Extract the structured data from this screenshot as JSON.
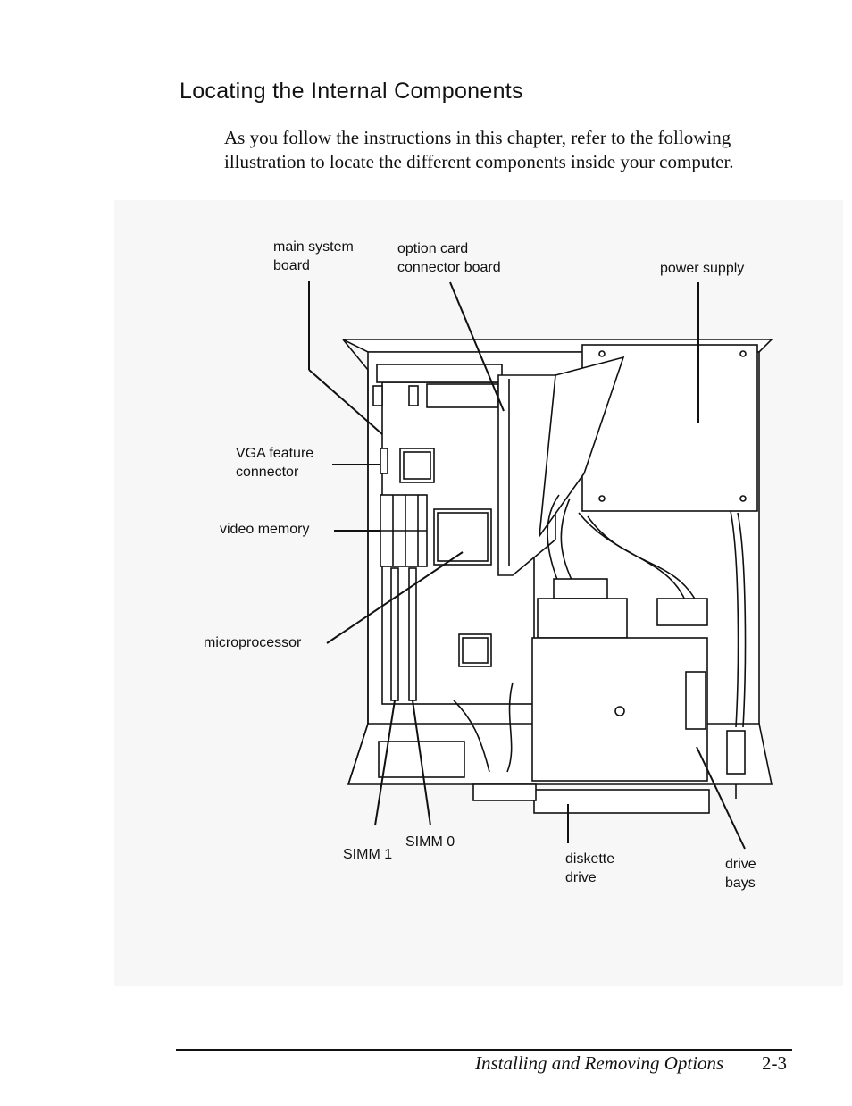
{
  "heading": "Locating the Internal Components",
  "intro": "As you follow the instructions in this chapter, refer to the following illustration to locate the different components inside your computer.",
  "figure": {
    "labels": {
      "main_system_board": "main system\nboard",
      "option_card": "option card\nconnector board",
      "power_supply": "power supply",
      "vga_feature": "VGA feature\nconnector",
      "video_memory": "video memory",
      "microprocessor": "microprocessor",
      "simm1": "SIMM  1",
      "simm0": "SIMM  0",
      "diskette_drive": "diskette\ndrive",
      "drive_bays": "drive\nbays"
    }
  },
  "footer": {
    "section": "Installing and Removing Options",
    "page": "2-3"
  }
}
